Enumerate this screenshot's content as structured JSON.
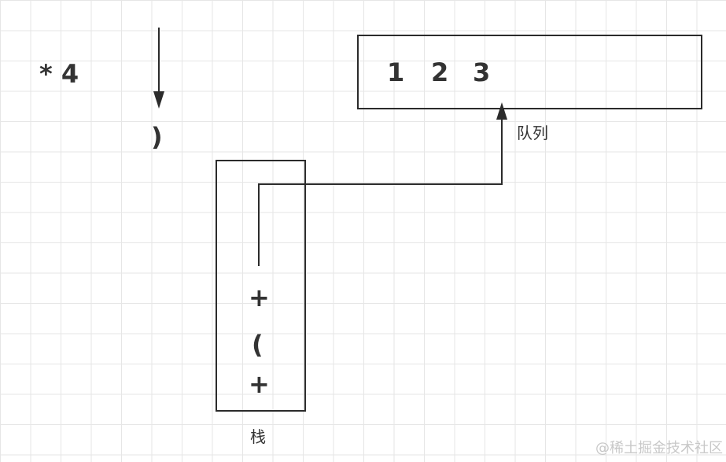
{
  "pending_input": {
    "expression": "* 4",
    "next_token": ")"
  },
  "queue": {
    "items": [
      "1",
      "2",
      "3"
    ],
    "label": "队列"
  },
  "stack": {
    "items_top_to_bottom": [
      "+",
      "(",
      "+"
    ],
    "label": "栈"
  },
  "watermark": "@稀土掘金技术社区",
  "colors": {
    "line": "#2b2b2b",
    "text": "#333333",
    "grid": "#e6e6e6"
  }
}
